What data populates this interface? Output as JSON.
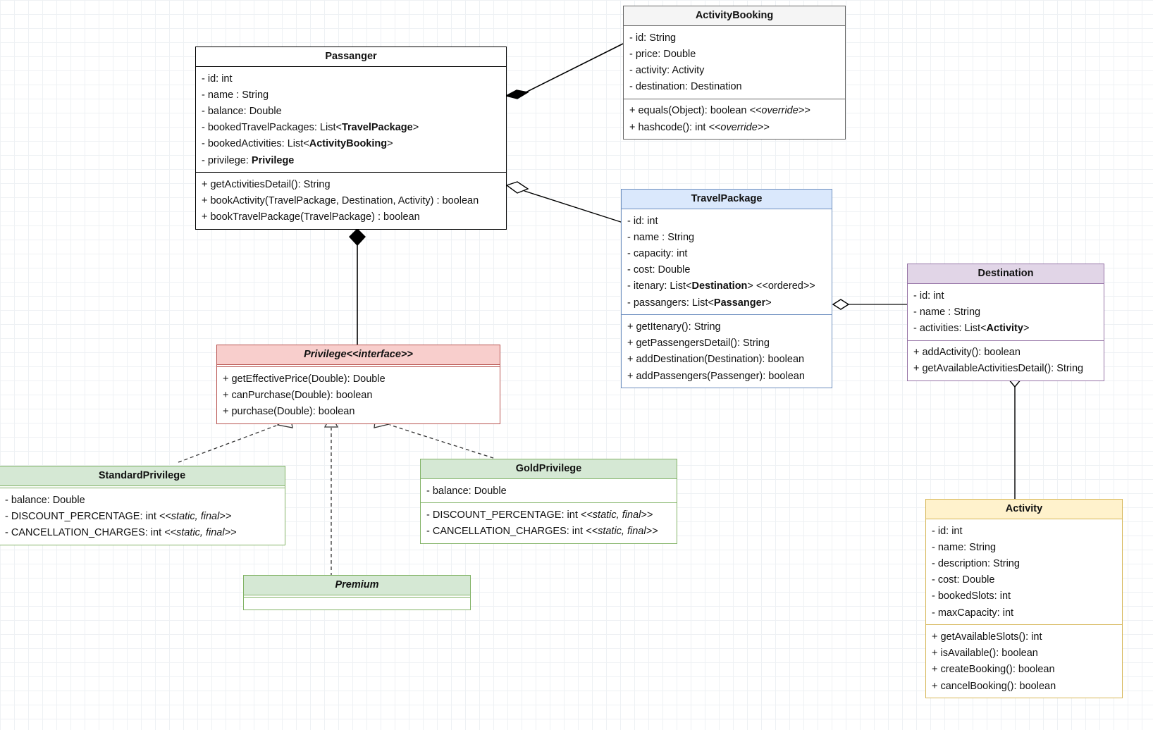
{
  "diagram": {
    "title": "Travel Booking UML Class Diagram",
    "type": "uml-class-diagram",
    "colors": {
      "plain_header": "#f5f5f5",
      "plain_border": "#666666",
      "blue_header": "#dae8fc",
      "blue_border": "#6c8ebf",
      "purple_header": "#e1d5e7",
      "purple_border": "#9673a6",
      "yellow_header": "#fff2cc",
      "yellow_border": "#d6b656",
      "red_header": "#f8cecc",
      "red_border": "#b85450",
      "green_header": "#d5e8d4",
      "green_border": "#82b366",
      "grid": "#e2e7ec"
    }
  },
  "classes": {
    "activity_booking": {
      "name": "ActivityBooking",
      "attributes": [
        "- id: String",
        "- price: Double",
        "- activity: Activity",
        "- destination: Destination"
      ],
      "methods": [
        "+ equals(Object): boolean <<override>>",
        "+ hashcode(): int <<override>>"
      ],
      "method_plain": [
        "+ equals(Object): boolean ",
        "+ hashcode(): int "
      ],
      "method_italic": [
        "<<override>>",
        "<<override>>"
      ]
    },
    "passanger": {
      "name": "Passanger",
      "attributes": [
        {
          "plain": "- id: int",
          "bold": "",
          "tail": ""
        },
        {
          "plain": "- name : String",
          "bold": "",
          "tail": ""
        },
        {
          "plain": "- balance: Double",
          "bold": "",
          "tail": ""
        },
        {
          "plain": "- bookedTravelPackages: List<",
          "bold": "TravelPackage",
          "tail": ">"
        },
        {
          "plain": "- bookedActivities: List<",
          "bold": "ActivityBooking",
          "tail": ">"
        },
        {
          "plain": "- privilege: ",
          "bold": "Privilege",
          "tail": ""
        }
      ],
      "methods": [
        "+ getActivitiesDetail(): String",
        "+ bookActivity(TravelPackage, Destination, Activity) : boolean",
        "+ bookTravelPackage(TravelPackage) : boolean"
      ]
    },
    "travel_package": {
      "name": "TravelPackage",
      "attributes": [
        {
          "plain": "- id: int",
          "bold": "",
          "tail": ""
        },
        {
          "plain": "- name : String",
          "bold": "",
          "tail": ""
        },
        {
          "plain": "- capacity: int",
          "bold": "",
          "tail": ""
        },
        {
          "plain": "- cost: Double",
          "bold": "",
          "tail": ""
        },
        {
          "plain": "- itenary: List<",
          "bold": "Destination",
          "tail": "> <<ordered>>"
        },
        {
          "plain": "- passangers: List<",
          "bold": "Passanger",
          "tail": ">"
        }
      ],
      "methods": [
        "+ getItenary(): String",
        "+ getPassengersDetail(): String",
        "+ addDestination(Destination): boolean",
        "+ addPassengers(Passenger): boolean"
      ]
    },
    "destination": {
      "name": "Destination",
      "attributes": [
        {
          "plain": "- id: int",
          "bold": "",
          "tail": ""
        },
        {
          "plain": "- name : String",
          "bold": "",
          "tail": ""
        },
        {
          "plain": "- activities: List<",
          "bold": "Activity",
          "tail": ">"
        }
      ],
      "methods": [
        "+ addActivity(): boolean",
        "+ getAvailableActivitiesDetail(): String"
      ]
    },
    "activity": {
      "name": "Activity",
      "attributes": [
        "- id: int",
        "- name: String",
        "- description: String",
        "- cost: Double",
        "- bookedSlots: int",
        "- maxCapacity: int"
      ],
      "methods": [
        "+ getAvailableSlots(): int",
        "+ isAvailable(): boolean",
        "+ createBooking(): boolean",
        "+ cancelBooking(): boolean"
      ]
    },
    "privilege": {
      "name": "Privilege<<interface>>",
      "stereotype": "<<interface>>",
      "methods": [
        "+ getEffectivePrice(Double): Double",
        "+ canPurchase(Double): boolean",
        "+ purchase(Double): boolean"
      ]
    },
    "standard_privilege": {
      "name": "StandardPrivilege",
      "attributes": [
        {
          "plain": "- balance: Double",
          "italic": ""
        },
        {
          "plain": "- DISCOUNT_PERCENTAGE: int ",
          "italic": "<<static, final>>"
        },
        {
          "plain": "- CANCELLATION_CHARGES: int ",
          "italic": "<<static, final>>"
        }
      ]
    },
    "gold_privilege": {
      "name": "GoldPrivilege",
      "attributes_top": [
        {
          "plain": "- balance: Double",
          "italic": ""
        }
      ],
      "attributes_bottom": [
        {
          "plain": "- DISCOUNT_PERCENTAGE: int ",
          "italic": "<<static, final>>"
        },
        {
          "plain": "- CANCELLATION_CHARGES: int ",
          "italic": "<<static, final>>"
        }
      ]
    },
    "premium": {
      "name": "Premium"
    }
  },
  "relationships": [
    {
      "from": "Passanger",
      "to": "ActivityBooking",
      "type": "composition",
      "marker": "filled-diamond"
    },
    {
      "from": "Passanger",
      "to": "TravelPackage",
      "type": "aggregation",
      "marker": "hollow-diamond"
    },
    {
      "from": "Passanger",
      "to": "Privilege",
      "type": "composition",
      "marker": "filled-diamond"
    },
    {
      "from": "TravelPackage",
      "to": "Destination",
      "type": "aggregation",
      "marker": "hollow-diamond"
    },
    {
      "from": "Destination",
      "to": "Activity",
      "type": "aggregation",
      "marker": "hollow-diamond"
    },
    {
      "from": "StandardPrivilege",
      "to": "Privilege",
      "type": "realization",
      "marker": "hollow-triangle-dashed"
    },
    {
      "from": "Premium",
      "to": "Privilege",
      "type": "realization",
      "marker": "hollow-triangle-dashed"
    },
    {
      "from": "GoldPrivilege",
      "to": "Privilege",
      "type": "realization",
      "marker": "hollow-triangle-dashed"
    }
  ]
}
